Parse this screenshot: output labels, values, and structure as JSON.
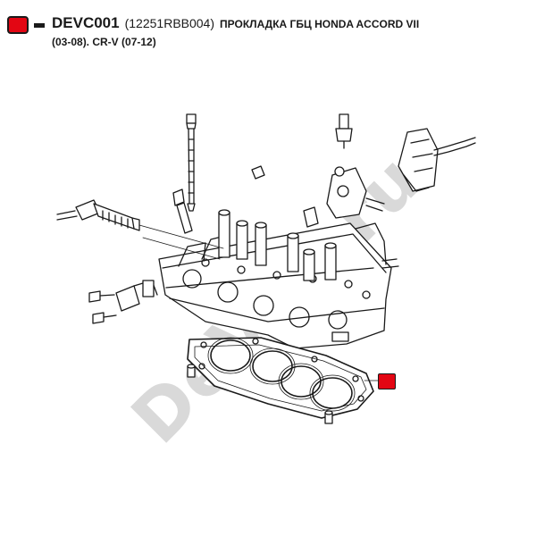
{
  "header": {
    "part_code": "DEVC001",
    "oem_number": "(12251RBB004)",
    "description_line1": "ПРОКЛАДКА ГБЦ HONDA ACCORD VII",
    "description_line2": "(03-08). CR-V (07-12)"
  },
  "watermark": {
    "text": "DeVoL.ru"
  },
  "colors": {
    "accent": "#e30613",
    "ink": "#1a1a1a",
    "watermark": "#d9d9d9"
  }
}
